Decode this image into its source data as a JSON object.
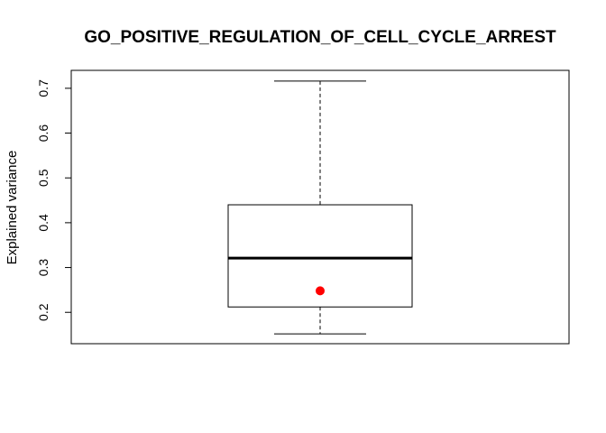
{
  "chart_data": {
    "type": "box",
    "title": "GO_POSITIVE_REGULATION_OF_CELL_CYCLE_ARREST",
    "xlabel": "",
    "ylabel": "Explained variance",
    "ylim": [
      0.13,
      0.74
    ],
    "yticks": [
      0.2,
      0.3,
      0.4,
      0.5,
      0.6,
      0.7
    ],
    "ytick_labels": [
      "0.2",
      "0.3",
      "0.4",
      "0.5",
      "0.6",
      "0.7"
    ],
    "grid": false,
    "box": {
      "whisker_low": 0.152,
      "q1": 0.212,
      "median": 0.321,
      "q3": 0.44,
      "whisker_high": 0.716
    },
    "highlight_point": {
      "value": 0.248,
      "color": "#ff0000"
    },
    "colors": {
      "box_stroke": "#000000",
      "box_fill": "#ffffff",
      "point": "#ff0000"
    }
  }
}
